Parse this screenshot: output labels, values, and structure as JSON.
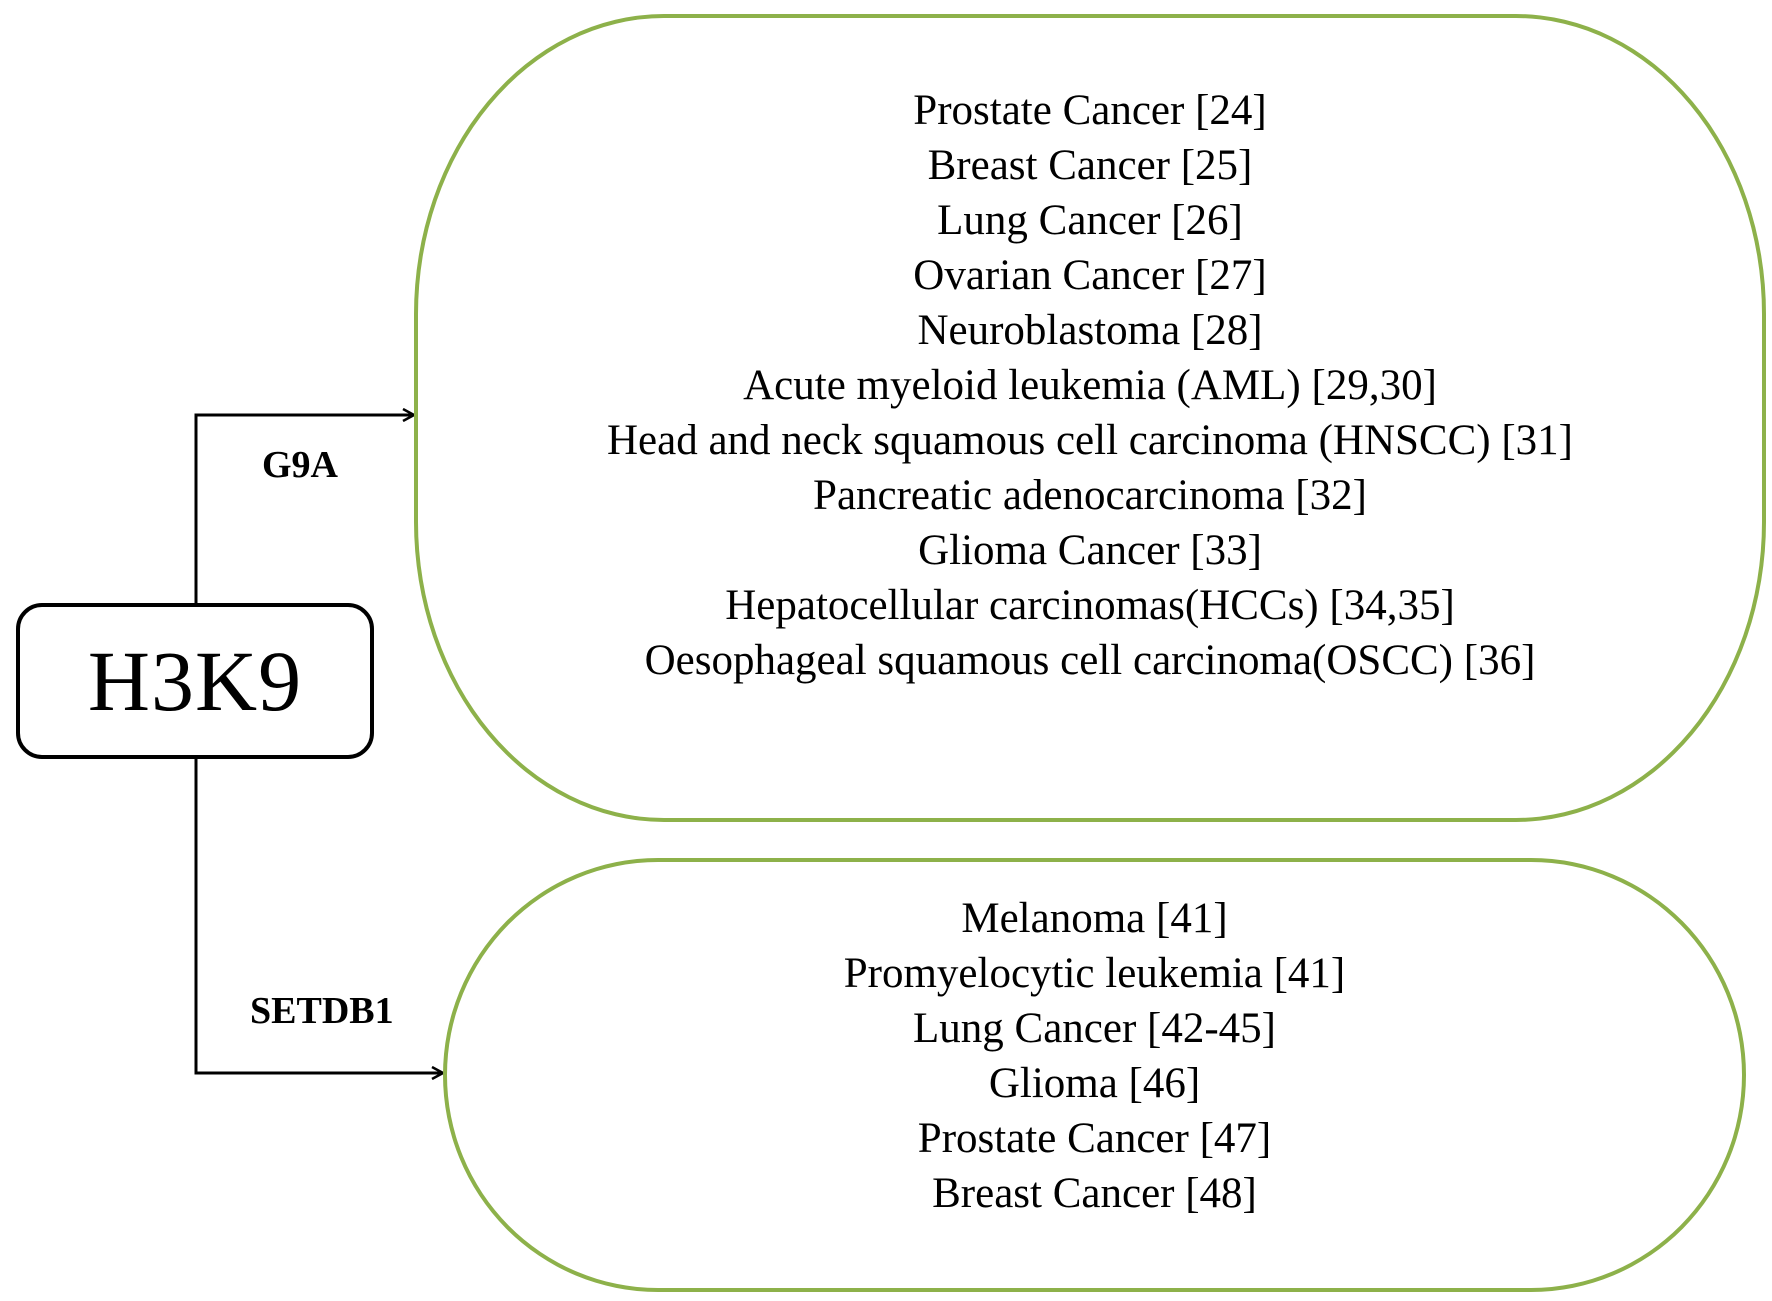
{
  "root": {
    "label": "H3K9"
  },
  "branches": [
    {
      "enzyme": "G9A",
      "diseases": [
        "Prostate Cancer [24]",
        "Breast Cancer [25]",
        "Lung Cancer [26]",
        "Ovarian Cancer [27]",
        "Neuroblastoma [28]",
        "Acute myeloid leukemia (AML)  [29,30]",
        "Head and neck squamous cell carcinoma (HNSCC)  [31]",
        "Pancreatic adenocarcinoma [32]",
        "Glioma Cancer [33]",
        "Hepatocellular carcinomas(HCCs) [34,35]",
        "Oesophageal squamous cell carcinoma(OSCC) [36]"
      ]
    },
    {
      "enzyme": "SETDB1",
      "diseases": [
        "Melanoma [41]",
        "Promyelocytic leukemia [41]",
        "Lung Cancer [42-45]",
        "Glioma [46]",
        "Prostate Cancer [47]",
        "Breast Cancer [48]"
      ]
    }
  ],
  "colors": {
    "group_border": "#8db14a",
    "lines": "#000000"
  }
}
